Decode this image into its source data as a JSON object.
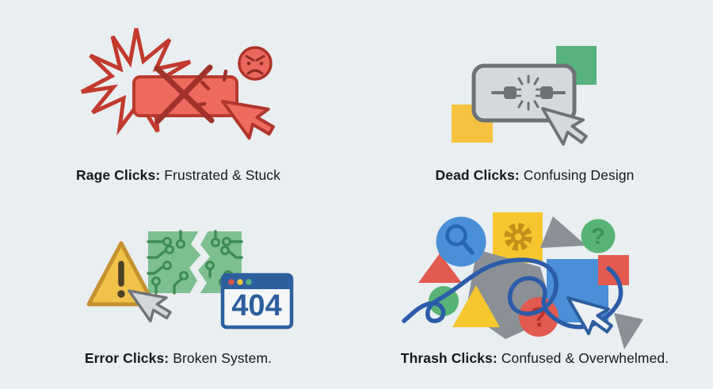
{
  "background_color": "#e9eef0",
  "text_color": "#17191c",
  "panels": [
    {
      "id": "rage-clicks",
      "label": "Rage Clicks:",
      "description": "Frustrated & Stuck",
      "illustration": "crossed-out button with explosion burst, angry face and red cursor",
      "icons": [
        "burst-icon",
        "blocked-button-icon",
        "cross-x-icon",
        "angry-face-icon",
        "click-sparks-icon",
        "cursor-icon"
      ],
      "colors": {
        "fill": "#ee6a5e",
        "outline": "#b13a2e",
        "cross": "#a0322a"
      }
    },
    {
      "id": "dead-clicks",
      "label": "Dead Clicks:",
      "description": "Confusing Design",
      "illustration": "gray button with disconnected plug, green and yellow squares, gray cursor",
      "icons": [
        "disconnected-plug-icon",
        "button-icon",
        "cursor-icon",
        "green-square",
        "yellow-square"
      ],
      "colors": {
        "fill": "#d6d9db",
        "outline": "#6d7275",
        "accent_green": "#57b27e",
        "accent_yellow": "#f6c33f"
      }
    },
    {
      "id": "error-clicks",
      "label": "Error Clicks:",
      "description": "Broken System.",
      "error_code": "404",
      "illustration": "warning triangle, cracked circuit board, 404 browser window, gray cursor",
      "icons": [
        "warning-triangle-icon",
        "exclamation-icon",
        "circuit-board-icon",
        "browser-window-icon",
        "cursor-icon"
      ],
      "colors": {
        "triangle": "#f0c24a",
        "triangle_outline": "#c5922f",
        "circuit": "#7dbf90",
        "traces": "#3e8b55",
        "window_blue": "#2d5f9f",
        "dot_red": "#d9534f",
        "dot_yellow": "#efc33e",
        "dot_green": "#57b47b"
      }
    },
    {
      "id": "thrash-clicks",
      "label": "Thrash Clicks:",
      "description": "Confused & Overwhelmed.",
      "question_mark": "?",
      "illustration": "chaotic pile of shapes with magnifier, gear, question marks, scribble line and cursor",
      "icons": [
        "magnifier-icon",
        "gear-icon",
        "question-mark-icon",
        "scribble-line",
        "cursor-icon"
      ],
      "colors": {
        "blue": "#4a90d8",
        "dark_blue": "#2766b1",
        "yellow": "#f6c62f",
        "gear": "#c28f1b",
        "red": "#e25a50",
        "dark_red": "#b2332a",
        "green": "#57b376",
        "dark_green": "#3a8f55",
        "gray": "#8a9095",
        "scribble": "#2b5ca9"
      }
    }
  ]
}
